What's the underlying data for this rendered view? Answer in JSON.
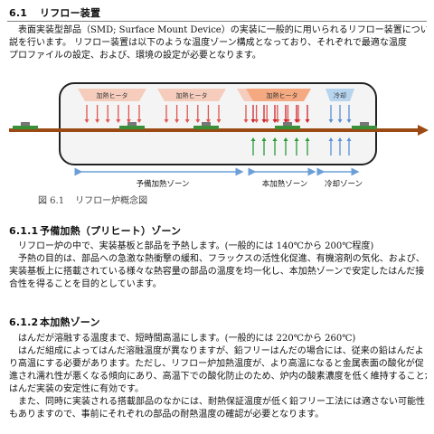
{
  "section_main": {
    "number": "6.1",
    "title": "リフロー装置",
    "lines": [
      "表面実装型部品（SMD; Surface Mount Device）の実装に一般的に用いられるリフロー装置について解",
      "説を行います。 リフロー装置は以下のような温度ゾーン構成となっており、それぞれで最適な温度",
      "プロファイルの設定、および、環境の設定が必要となります。"
    ]
  },
  "figure": {
    "heater_label": "加熱ヒータ",
    "cooling_label": "冷却",
    "zones": {
      "preheat": "予備加熱ゾーン",
      "main": "本加熱ゾーン",
      "cool": "冷却ゾーン"
    },
    "colors": {
      "pre_heater": "#f6cdbd",
      "main_heater": "#f4a981",
      "cooler": "#b6d4ee",
      "pre_arrow": "#e0554f",
      "main_arrow": "#d0222b",
      "up_arrow": "#2b9a3a",
      "cool_arrow": "#5b8fd6",
      "conveyor": "#9a4a12",
      "zone_arrow": "#6c9fd8"
    }
  },
  "caption": {
    "label": "図 6.1",
    "text": "リフロー炉概念図"
  },
  "section_611": {
    "number": "6.1.1",
    "title": "予備加熱（プリヒート）ゾーン",
    "lines": [
      "リフロー炉の中で、実装基板と部品を予熱します。(一般的には 140℃から 200℃程度)",
      "予熱の目的は、部品への急激な熱衝撃の緩和、フラックスの活性化促進、有機溶剤の気化、および、",
      "実装基板上に搭載されている様々な熱容量の部品の温度を均一化し、本加熱ゾーンで安定したはんだ接",
      "合性を得ることを目的としています。"
    ]
  },
  "section_612": {
    "number": "6.1.2",
    "title": "本加熱ゾーン",
    "lines": [
      "はんだが溶融する温度まで、短時間高温にします。(一般的には 220℃から 260℃)",
      "はんだ組成によってはんだ溶融温度が異なりますが、鉛フリーはんだの場合には、従来の鉛はんだよ",
      "り高温にする必要があります。ただし、リフロー炉加熱温度が、より高温になると金属表面の酸化が促",
      "進され濡れ性が悪くなる傾向にあり、高温下での酸化防止のため、炉内の酸素濃度を低く維持することが",
      "はんだ実装の安定性に有効です。",
      "また、同時に実装される搭載部品のなかには、耐熱保証温度が低く鉛フリー工法には適さない可能性",
      "もありますので、事前にそれぞれの部品の耐熱温度の確認が必要となります。"
    ]
  }
}
